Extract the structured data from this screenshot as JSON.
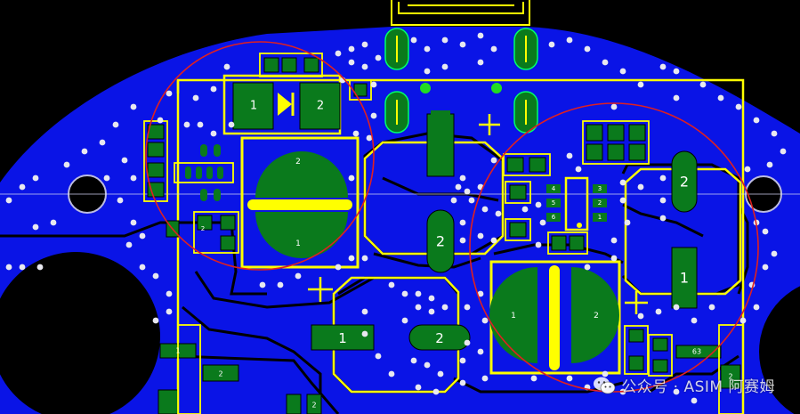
{
  "colors": {
    "background": "#000000",
    "copper_pour": "#0a14e6",
    "pad_green": "#0a7a1c",
    "silkscreen": "#ffff00",
    "via": "#e8e8f0",
    "highlight_ring": "#e02020",
    "crosshair": "#cfd2f0"
  },
  "pads": {
    "d1_pin1": "1",
    "d1_pin2": "2",
    "c1_pin2": "2",
    "c1_pin1": "1",
    "l1_pin2": "2",
    "l2_pin1": "1",
    "l2_pin2": "2",
    "c2_pin1": "1",
    "c2_pin2": "2",
    "r_right_pin2": "2",
    "r_right_pin1": "1",
    "u1_pins": [
      "4",
      "3",
      "5",
      "2",
      "6",
      "1"
    ],
    "small_left_pin": "2",
    "bottom_left_pin1": "1",
    "bottom_left_pin2": "2",
    "bottom_mid_pin": "2",
    "bottom_right_ref": "63",
    "bottom_right_pin": "2"
  },
  "watermark": {
    "icon": "wechat-icon",
    "text": "公众号 · ASIM 阿赛姆"
  }
}
